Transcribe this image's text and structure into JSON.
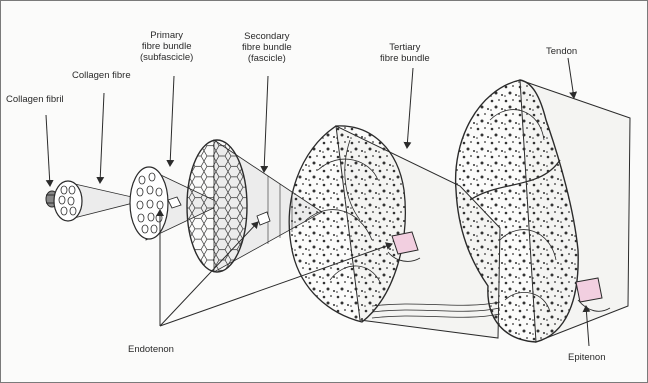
{
  "labels": {
    "collagen_fibril": "Collagen fibril",
    "collagen_fibre": "Collagen fibre",
    "primary_line1": "Primary",
    "primary_line2": "fibre bundle",
    "primary_line3": "(subfascicle)",
    "secondary_line1": "Secondary",
    "secondary_line2": "fibre bundle",
    "secondary_line3": "(fascicle)",
    "tertiary_line1": "Tertiary",
    "tertiary_line2": "fibre bundle",
    "tendon": "Tendon",
    "endotenon": "Endotenon",
    "epitenon": "Epitenon"
  },
  "colors": {
    "line": "#2b2b2b",
    "membrane_fill": "#f2cfe0",
    "stipple": "#3a3a3a"
  }
}
